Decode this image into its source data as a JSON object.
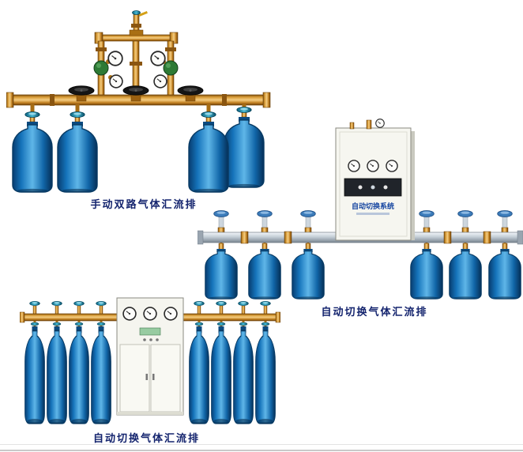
{
  "figures": [
    {
      "id": "manual-dual-gas-manifold",
      "caption": "手动双路气体汇流排",
      "cylinder_count": 4,
      "gauge_count": 4,
      "handwheel_count": 3
    },
    {
      "id": "auto-switch-gas-manifold",
      "caption": "自动切换气体汇流排",
      "cabinet_label": "自动切换系统",
      "cylinder_count": 6,
      "gauge_count": 3
    },
    {
      "id": "auto-switch-gas-manifold-tall",
      "caption": "自动切换气体汇流排",
      "cylinder_count": 8,
      "gauge_count": 3
    }
  ],
  "colors": {
    "background": "#ffffff",
    "caption_text": "#14246e",
    "brass_pipe": "#c9892b",
    "cylinder_blue": "#1a7cc4",
    "valve_teal": "#2ba3c4",
    "rail_silver": "#c3cdd6",
    "cabinet_white": "#f6f6f0"
  }
}
